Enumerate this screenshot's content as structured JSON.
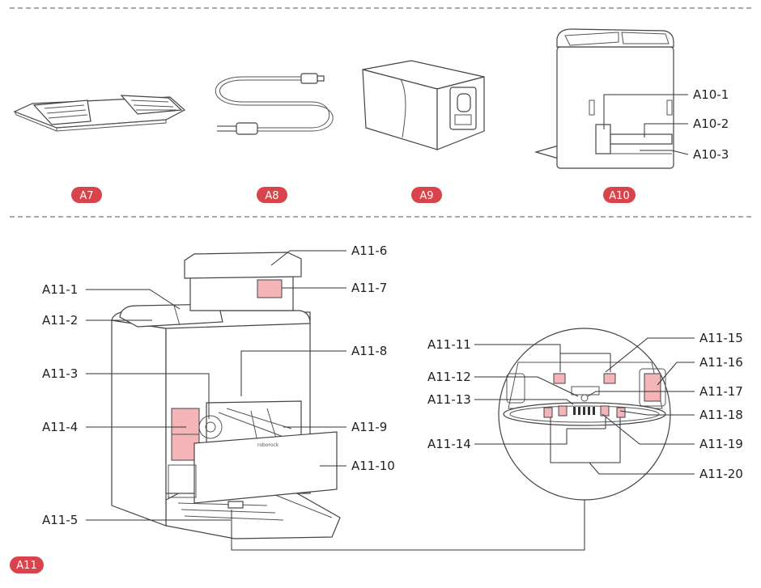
{
  "colors": {
    "badge": "#d9434b",
    "highlight": "#f3b5b8",
    "line": "#333333"
  },
  "items_row1": [
    {
      "badge": "A7",
      "name": "mop-holder"
    },
    {
      "badge": "A8",
      "name": "power-cord"
    },
    {
      "badge": "A9",
      "name": "dust-bag"
    },
    {
      "badge": "A10",
      "name": "dock-rear"
    }
  ],
  "a10_labels": [
    "A10-1",
    "A10-2",
    "A10-3"
  ],
  "a11": {
    "badge": "A11",
    "brand": "roborock",
    "left_labels": [
      "A11-1",
      "A11-2",
      "A11-3",
      "A11-4",
      "A11-5"
    ],
    "right_labels": [
      "A11-6",
      "A11-7",
      "A11-8",
      "A11-9",
      "A11-10"
    ],
    "detail_left_labels": [
      "A11-11",
      "A11-12",
      "A11-13",
      "A11-14"
    ],
    "detail_right_labels": [
      "A11-15",
      "A11-16",
      "A11-17",
      "A11-18",
      "A11-19",
      "A11-20"
    ]
  }
}
